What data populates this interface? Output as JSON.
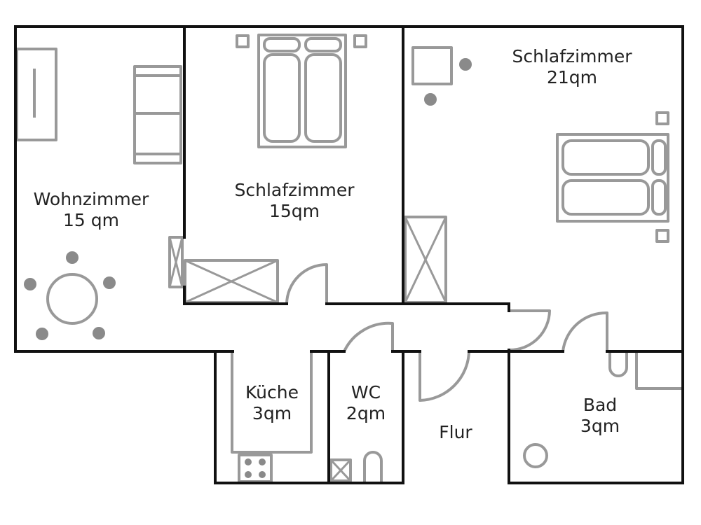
{
  "colors": {
    "walls": "#111111",
    "furniture": "#999999",
    "background": "#ffffff"
  },
  "rooms": [
    {
      "id": "wohnzimmer",
      "name": "Wohnzimmer",
      "area": "15 qm"
    },
    {
      "id": "schlafzimmer-15",
      "name": "Schlafzimmer",
      "area": "15qm"
    },
    {
      "id": "schlafzimmer-21",
      "name": "Schlafzimmer",
      "area": "21qm"
    },
    {
      "id": "kueche",
      "name": "Küche",
      "area": "3qm"
    },
    {
      "id": "wc",
      "name": "WC",
      "area": "2qm"
    },
    {
      "id": "flur",
      "name": "Flur",
      "area": ""
    },
    {
      "id": "bad",
      "name": "Bad",
      "area": "3qm"
    }
  ],
  "icons": [
    "double-bed-icon",
    "wardrobe-icon",
    "sofa-icon",
    "dining-table-icon",
    "door-swing-icon",
    "stove-icon",
    "toilet-icon",
    "bathtub-icon",
    "sink-icon",
    "nightstand-icon"
  ]
}
